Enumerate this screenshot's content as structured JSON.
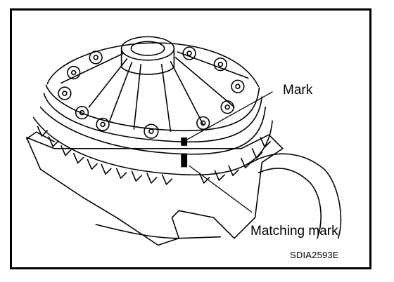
{
  "labels": {
    "mark": "Mark",
    "matching_mark": "Matching mark",
    "figure_code": "SDIA2593E"
  },
  "colors": {
    "line": "#000000",
    "background": "#ffffff",
    "marking": "#000000"
  }
}
